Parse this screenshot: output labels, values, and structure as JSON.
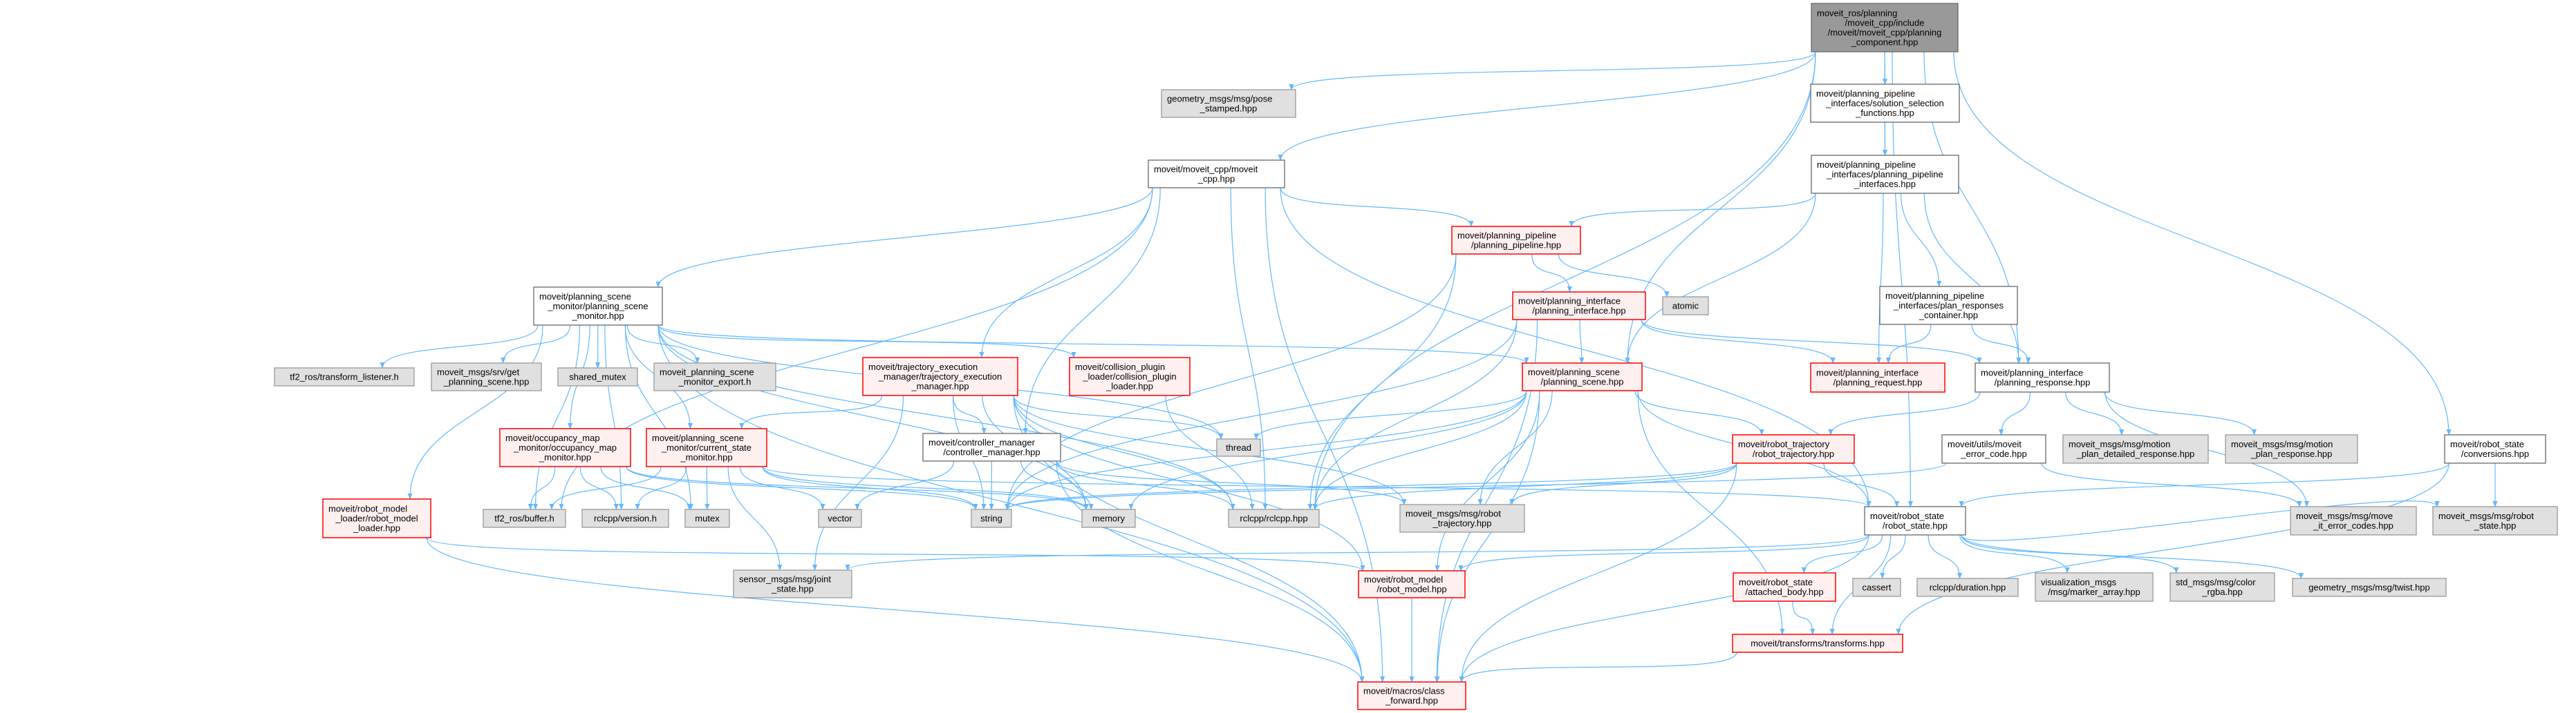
{
  "colors": {
    "edge": "#63b8ff",
    "root_fill": "#999999",
    "root_stroke": "#666666",
    "red_fill": "#fff0f0",
    "red_stroke": "#ff0000",
    "gray_fill": "#e0e0e0",
    "gray_stroke": "#999999",
    "white_fill": "#ffffff",
    "white_stroke": "#666666"
  },
  "nodes": [
    {
      "id": "root",
      "kind": "root",
      "lines": [
        "moveit_ros/planning",
        "/moveit_cpp/include",
        "/moveit/moveit_cpp/planning",
        "_component.hpp"
      ]
    },
    {
      "id": "pose",
      "kind": "gray",
      "lines": [
        "geometry_msgs/msg/pose",
        "_stamped.hpp"
      ]
    },
    {
      "id": "mcpp",
      "kind": "white",
      "lines": [
        "moveit/moveit_cpp/moveit",
        "_cpp.hpp"
      ]
    },
    {
      "id": "ssf",
      "kind": "white",
      "lines": [
        "moveit/planning_pipeline",
        "_interfaces/solution_selection",
        "_functions.hpp"
      ]
    },
    {
      "id": "ppi",
      "kind": "white",
      "lines": [
        "moveit/planning_pipeline",
        "_interfaces/planning_pipeline",
        "_interfaces.hpp"
      ]
    },
    {
      "id": "prc",
      "kind": "white",
      "lines": [
        "moveit/planning_pipeline",
        "_interfaces/plan_responses",
        "_container.hpp"
      ]
    },
    {
      "id": "pp",
      "kind": "red",
      "lines": [
        "moveit/planning_pipeline",
        "/planning_pipeline.hpp"
      ]
    },
    {
      "id": "atomic",
      "kind": "gray",
      "lines": [
        "atomic"
      ]
    },
    {
      "id": "pi",
      "kind": "red",
      "lines": [
        "moveit/planning_interface",
        "/planning_interface.hpp"
      ]
    },
    {
      "id": "ps",
      "kind": "red",
      "lines": [
        "moveit/planning_scene",
        "/planning_scene.hpp"
      ]
    },
    {
      "id": "cpl",
      "kind": "red",
      "lines": [
        "moveit/collision_plugin",
        "_loader/collision_plugin",
        "_loader.hpp"
      ]
    },
    {
      "id": "tem",
      "kind": "red",
      "lines": [
        "moveit/trajectory_execution",
        "_manager/trajectory_execution",
        "_manager.hpp"
      ]
    },
    {
      "id": "psm",
      "kind": "white",
      "lines": [
        "moveit/planning_scene",
        "_monitor/planning_scene",
        "_monitor.hpp"
      ]
    },
    {
      "id": "tfl",
      "kind": "gray",
      "lines": [
        "tf2_ros/transform_listener.h"
      ]
    },
    {
      "id": "gps",
      "kind": "gray",
      "lines": [
        "moveit_msgs/srv/get",
        "_planning_scene.hpp"
      ]
    },
    {
      "id": "smx",
      "kind": "gray",
      "lines": [
        "shared_mutex"
      ]
    },
    {
      "id": "exp",
      "kind": "gray",
      "lines": [
        "moveit_planning_scene",
        "_monitor_export.h"
      ]
    },
    {
      "id": "req",
      "kind": "red",
      "lines": [
        "moveit/planning_interface",
        "/planning_request.hpp"
      ]
    },
    {
      "id": "resp",
      "kind": "white",
      "lines": [
        "moveit/planning_interface",
        "/planning_response.hpp"
      ]
    },
    {
      "id": "omm",
      "kind": "red",
      "lines": [
        "moveit/occupancy_map",
        "_monitor/occupancy_map",
        "_monitor.hpp"
      ]
    },
    {
      "id": "csm",
      "kind": "red",
      "lines": [
        "moveit/planning_scene",
        "_monitor/current_state",
        "_monitor.hpp"
      ]
    },
    {
      "id": "cm",
      "kind": "white",
      "lines": [
        "moveit/controller_manager",
        "/controller_manager.hpp"
      ]
    },
    {
      "id": "thread",
      "kind": "gray",
      "lines": [
        "thread"
      ]
    },
    {
      "id": "rtraj",
      "kind": "red",
      "lines": [
        "moveit/robot_trajectory",
        "/robot_trajectory.hpp"
      ]
    },
    {
      "id": "err",
      "kind": "white",
      "lines": [
        "moveit/utils/moveit",
        "_error_code.hpp"
      ]
    },
    {
      "id": "mpdr",
      "kind": "gray",
      "lines": [
        "moveit_msgs/msg/motion",
        "_plan_detailed_response.hpp"
      ]
    },
    {
      "id": "mpr",
      "kind": "gray",
      "lines": [
        "moveit_msgs/msg/motion",
        "_plan_response.hpp"
      ]
    },
    {
      "id": "conv",
      "kind": "white",
      "lines": [
        "moveit/robot_state",
        "/conversions.hpp"
      ]
    },
    {
      "id": "rml",
      "kind": "red",
      "lines": [
        "moveit/robot_model",
        "_loader/robot_model",
        "_loader.hpp"
      ]
    },
    {
      "id": "buf",
      "kind": "gray",
      "lines": [
        "tf2_ros/buffer.h"
      ]
    },
    {
      "id": "ver",
      "kind": "gray",
      "lines": [
        "rclcpp/version.h"
      ]
    },
    {
      "id": "mutex",
      "kind": "gray",
      "lines": [
        "mutex"
      ]
    },
    {
      "id": "vector",
      "kind": "gray",
      "lines": [
        "vector"
      ]
    },
    {
      "id": "string",
      "kind": "gray",
      "lines": [
        "string"
      ]
    },
    {
      "id": "memory",
      "kind": "gray",
      "lines": [
        "memory"
      ]
    },
    {
      "id": "rclcpp",
      "kind": "gray",
      "lines": [
        "rclcpp/rclcpp.hpp"
      ]
    },
    {
      "id": "mrt",
      "kind": "gray",
      "lines": [
        "moveit_msgs/msg/robot",
        "_trajectory.hpp"
      ]
    },
    {
      "id": "rs",
      "kind": "white",
      "lines": [
        "moveit/robot_state",
        "/robot_state.hpp"
      ]
    },
    {
      "id": "mec",
      "kind": "gray",
      "lines": [
        "moveit_msgs/msg/move",
        "_it_error_codes.hpp"
      ]
    },
    {
      "id": "mrs",
      "kind": "gray",
      "lines": [
        "moveit_msgs/msg/robot",
        "_state.hpp"
      ]
    },
    {
      "id": "js",
      "kind": "gray",
      "lines": [
        "sensor_msgs/msg/joint",
        "_state.hpp"
      ]
    },
    {
      "id": "rm",
      "kind": "red",
      "lines": [
        "moveit/robot_model",
        "/robot_model.hpp"
      ]
    },
    {
      "id": "ab",
      "kind": "red",
      "lines": [
        "moveit/robot_state",
        "/attached_body.hpp"
      ]
    },
    {
      "id": "cassert",
      "kind": "gray",
      "lines": [
        "cassert"
      ]
    },
    {
      "id": "dur",
      "kind": "gray",
      "lines": [
        "rclcpp/duration.hpp"
      ]
    },
    {
      "id": "viz",
      "kind": "gray",
      "lines": [
        "visualization_msgs",
        "/msg/marker_array.hpp"
      ]
    },
    {
      "id": "rgba",
      "kind": "gray",
      "lines": [
        "std_msgs/msg/color",
        "_rgba.hpp"
      ]
    },
    {
      "id": "twist",
      "kind": "gray",
      "lines": [
        "geometry_msgs/msg/twist.hpp"
      ]
    },
    {
      "id": "tf",
      "kind": "red",
      "lines": [
        "moveit/transforms/transforms.hpp"
      ]
    },
    {
      "id": "cf",
      "kind": "red",
      "lines": [
        "moveit/macros/class",
        "_forward.hpp"
      ]
    }
  ],
  "edges": [
    [
      "root",
      "pose"
    ],
    [
      "root",
      "mcpp"
    ],
    [
      "root",
      "ssf"
    ],
    [
      "root",
      "ppi"
    ],
    [
      "root",
      "resp"
    ],
    [
      "root",
      "ps"
    ],
    [
      "root",
      "rclcpp"
    ],
    [
      "root",
      "rs"
    ],
    [
      "root",
      "conv"
    ],
    [
      "ssf",
      "ppi"
    ],
    [
      "ppi",
      "pp"
    ],
    [
      "ppi",
      "ps"
    ],
    [
      "ppi",
      "prc"
    ],
    [
      "ppi",
      "req"
    ],
    [
      "ppi",
      "resp"
    ],
    [
      "prc",
      "req"
    ],
    [
      "prc",
      "resp"
    ],
    [
      "mcpp",
      "psm"
    ],
    [
      "mcpp",
      "pp"
    ],
    [
      "mcpp",
      "tem"
    ],
    [
      "mcpp",
      "cm"
    ],
    [
      "mcpp",
      "rclcpp"
    ],
    [
      "mcpp",
      "rs"
    ],
    [
      "mcpp",
      "buf"
    ],
    [
      "mcpp",
      "cf"
    ],
    [
      "pp",
      "pi"
    ],
    [
      "pp",
      "atomic"
    ],
    [
      "pp",
      "rclcpp"
    ],
    [
      "pp",
      "string"
    ],
    [
      "pi",
      "ps"
    ],
    [
      "pi",
      "req"
    ],
    [
      "pi",
      "resp"
    ],
    [
      "pi",
      "rclcpp"
    ],
    [
      "pi",
      "string"
    ],
    [
      "pi",
      "cf"
    ],
    [
      "ps",
      "rtraj"
    ],
    [
      "ps",
      "rs"
    ],
    [
      "ps",
      "thread"
    ],
    [
      "ps",
      "rclcpp"
    ],
    [
      "ps",
      "memory"
    ],
    [
      "ps",
      "string"
    ],
    [
      "ps",
      "mrt"
    ],
    [
      "ps",
      "rm"
    ],
    [
      "ps",
      "cf"
    ],
    [
      "ps",
      "tf"
    ],
    [
      "psm",
      "tfl"
    ],
    [
      "psm",
      "gps"
    ],
    [
      "psm",
      "smx"
    ],
    [
      "psm",
      "exp"
    ],
    [
      "psm",
      "omm"
    ],
    [
      "psm",
      "csm"
    ],
    [
      "psm",
      "rml"
    ],
    [
      "psm",
      "ps"
    ],
    [
      "psm",
      "cpl"
    ],
    [
      "psm",
      "buf"
    ],
    [
      "psm",
      "ver"
    ],
    [
      "psm",
      "mutex"
    ],
    [
      "psm",
      "thread"
    ],
    [
      "psm",
      "memory"
    ],
    [
      "psm",
      "rclcpp"
    ],
    [
      "psm",
      "cf"
    ],
    [
      "tem",
      "cm"
    ],
    [
      "tem",
      "csm"
    ],
    [
      "tem",
      "thread"
    ],
    [
      "tem",
      "rclcpp"
    ],
    [
      "tem",
      "memory"
    ],
    [
      "tem",
      "string"
    ],
    [
      "tem",
      "mrt"
    ],
    [
      "tem",
      "rm"
    ],
    [
      "tem",
      "cf"
    ],
    [
      "tem",
      "js"
    ],
    [
      "cpl",
      "rclcpp"
    ],
    [
      "omm",
      "buf"
    ],
    [
      "omm",
      "ver"
    ],
    [
      "omm",
      "mutex"
    ],
    [
      "omm",
      "memory"
    ],
    [
      "omm",
      "string"
    ],
    [
      "csm",
      "buf"
    ],
    [
      "csm",
      "ver"
    ],
    [
      "csm",
      "mutex"
    ],
    [
      "csm",
      "vector"
    ],
    [
      "csm",
      "js"
    ],
    [
      "csm",
      "rs"
    ],
    [
      "csm",
      "memory"
    ],
    [
      "csm",
      "string"
    ],
    [
      "rml",
      "rm"
    ],
    [
      "rml",
      "cf"
    ],
    [
      "cm",
      "string"
    ],
    [
      "cm",
      "vector"
    ],
    [
      "cm",
      "memory"
    ],
    [
      "cm",
      "rclcpp"
    ],
    [
      "cm",
      "cf"
    ],
    [
      "cm",
      "mrt"
    ],
    [
      "rm",
      "cf"
    ],
    [
      "rtraj",
      "rs"
    ],
    [
      "rtraj",
      "rclcpp"
    ],
    [
      "rtraj",
      "string"
    ],
    [
      "rtraj",
      "mrt"
    ],
    [
      "rtraj",
      "cf"
    ],
    [
      "err",
      "mec"
    ],
    [
      "err",
      "string"
    ],
    [
      "resp",
      "rtraj"
    ],
    [
      "resp",
      "err"
    ],
    [
      "resp",
      "mpdr"
    ],
    [
      "resp",
      "mpr"
    ],
    [
      "resp",
      "mec"
    ],
    [
      "conv",
      "rs"
    ],
    [
      "conv",
      "mrs"
    ],
    [
      "conv",
      "tf"
    ],
    [
      "rs",
      "ab"
    ],
    [
      "rs",
      "cassert"
    ],
    [
      "rs",
      "dur"
    ],
    [
      "rs",
      "viz"
    ],
    [
      "rs",
      "rgba"
    ],
    [
      "rs",
      "twist"
    ],
    [
      "rs",
      "js"
    ],
    [
      "rs",
      "rm"
    ],
    [
      "rs",
      "tf"
    ],
    [
      "rs",
      "cf"
    ],
    [
      "rs",
      "mrs"
    ],
    [
      "ab",
      "tf"
    ],
    [
      "tf",
      "cf"
    ]
  ]
}
